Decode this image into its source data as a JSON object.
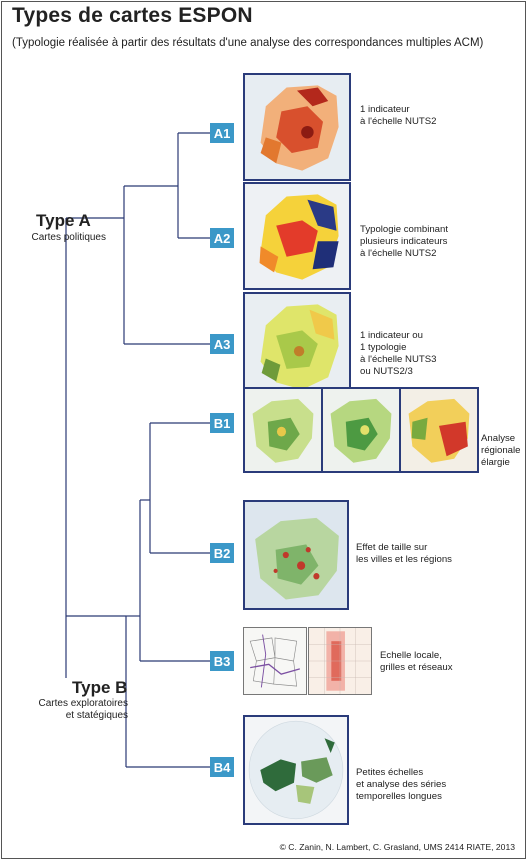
{
  "header": {
    "title": "Types de cartes ESPON",
    "subtitle": "(Typologie réalisée à partir des résultats d'une analyse des correspondances multiples ACM)"
  },
  "type_a": {
    "label": "Type A",
    "sub": "Cartes politiques"
  },
  "type_b": {
    "label": "Type B",
    "sub": "Cartes exploratoires\net statégiques"
  },
  "classes": [
    {
      "id": "A1",
      "desc": "1 indicateur\nà l'échelle NUTS2"
    },
    {
      "id": "A2",
      "desc": "Typologie combinant\nplusieurs indicateurs\nà l'échelle NUTS2"
    },
    {
      "id": "A3",
      "desc": "1 indicateur ou\n1 typologie\nà l'échelle NUTS3\nou NUTS2/3"
    },
    {
      "id": "B1",
      "desc": "Analyse\nrégionale\nélargie"
    },
    {
      "id": "B2",
      "desc": "Effet de taille sur\nles villes et les régions"
    },
    {
      "id": "B3",
      "desc": "Echelle locale,\ngrilles et réseaux"
    },
    {
      "id": "B4",
      "desc": "Petites échelles\net analyse des séries\ntemporelles longues"
    }
  ],
  "colors": {
    "badge": "#3b98c8",
    "tree_line": "#2b3a74",
    "map_border": "#2a3b7a"
  },
  "footer": {
    "credit": "© C. Zanin, N. Lambert, C. Grasland, UMS 2414 RIATE, 2013"
  }
}
